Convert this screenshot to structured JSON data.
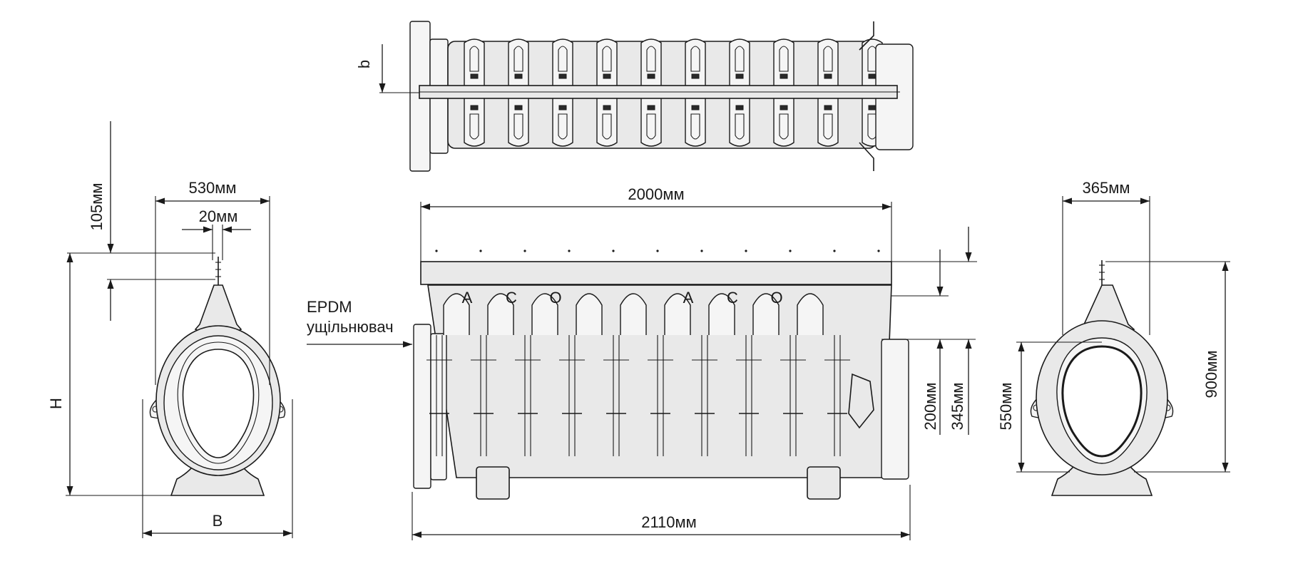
{
  "diagram": {
    "views": [
      "top-view",
      "front-view",
      "side-view-left",
      "side-view-right"
    ],
    "labels": {
      "b": "b",
      "dim_105": "105мм",
      "dim_530": "530мм",
      "dim_20": "20мм",
      "H": "H",
      "B": "B",
      "dim_2000": "2000мм",
      "dim_2110": "2110мм",
      "dim_200": "200мм",
      "dim_345": "345мм",
      "dim_365": "365мм",
      "dim_550": "550мм",
      "dim_900": "900мм",
      "seal_line1": "EPDM",
      "seal_line2": "ущільнювач"
    },
    "rib_markers": [
      "A",
      "C",
      "O",
      "A",
      "C",
      "O"
    ]
  }
}
